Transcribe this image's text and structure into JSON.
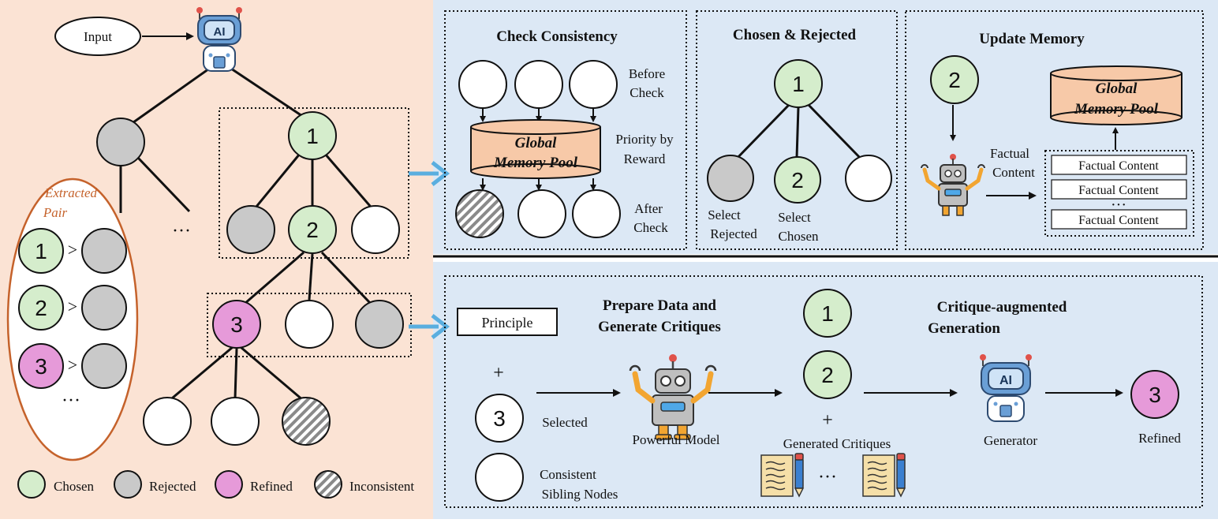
{
  "colors": {
    "left_panel": "#fbe3d4",
    "right_panel": "#dce8f5",
    "chosen": "#d5edcc",
    "rejected": "#c9c9c9",
    "refined": "#e69ad9",
    "inconsistent": "#8a8a8a",
    "cylinder": "#f7c9a8",
    "arrow_blue": "#5aaedf",
    "ellipse_border": "#c5622b",
    "extracted_text": "#c5622b"
  },
  "left": {
    "input_label": "Input",
    "node_1": "1",
    "node_2": "2",
    "node_3": "3",
    "ellipsis_tree": "···",
    "extracted_pair_line1": "Extracted",
    "extracted_pair_line2": "Pair",
    "pairs": [
      {
        "num": "1",
        "op": ">"
      },
      {
        "num": "2",
        "op": ">"
      },
      {
        "num": "3",
        "op": ">"
      }
    ],
    "ellipsis_pairs": "···",
    "legend": {
      "chosen": "Chosen",
      "rejected": "Rejected",
      "refined": "Refined",
      "inconsistent": "Inconsistent"
    }
  },
  "check": {
    "title": "Check Consistency",
    "before_line1": "Before",
    "before_line2": "Check",
    "priority_line1": "Priority by",
    "priority_line2": "Reward",
    "after_line1": "After",
    "after_line2": "Check",
    "pool_line1": "Global",
    "pool_line2": "Memory Pool"
  },
  "chosen_rejected": {
    "title": "Chosen & Rejected",
    "top": "1",
    "mid": "2",
    "select_rejected_line1": "Select",
    "select_rejected_line2": "Rejected",
    "select_chosen_line1": "Select",
    "select_chosen_line2": "Chosen"
  },
  "update": {
    "title": "Update Memory",
    "node": "2",
    "pool_line1": "Global",
    "pool_line2": "Memory Pool",
    "factual_line1": "Factual",
    "factual_line2": "Content",
    "facts": [
      "Factual Content",
      "Factual Content",
      "Factual Content"
    ],
    "facts_ellipsis": "···"
  },
  "bottom": {
    "principle": "Principle",
    "plus": "+",
    "node_3": "3",
    "selected": "Selected",
    "consistent_line1": "Consistent",
    "consistent_line2": "Sibling Nodes",
    "prepare_line1": "Prepare Data and",
    "prepare_line2": "Generate Critiques",
    "powerful_model": "Powerful Model",
    "node_1": "1",
    "node_2": "2",
    "plus2": "+",
    "generated_critiques": "Generated Critiques",
    "critique_ellipsis": "···",
    "critique_aug_line1": "Critique-augmented",
    "critique_aug_line2": "Generation",
    "generator": "Generator",
    "refined_node": "3",
    "refined": "Refined"
  }
}
